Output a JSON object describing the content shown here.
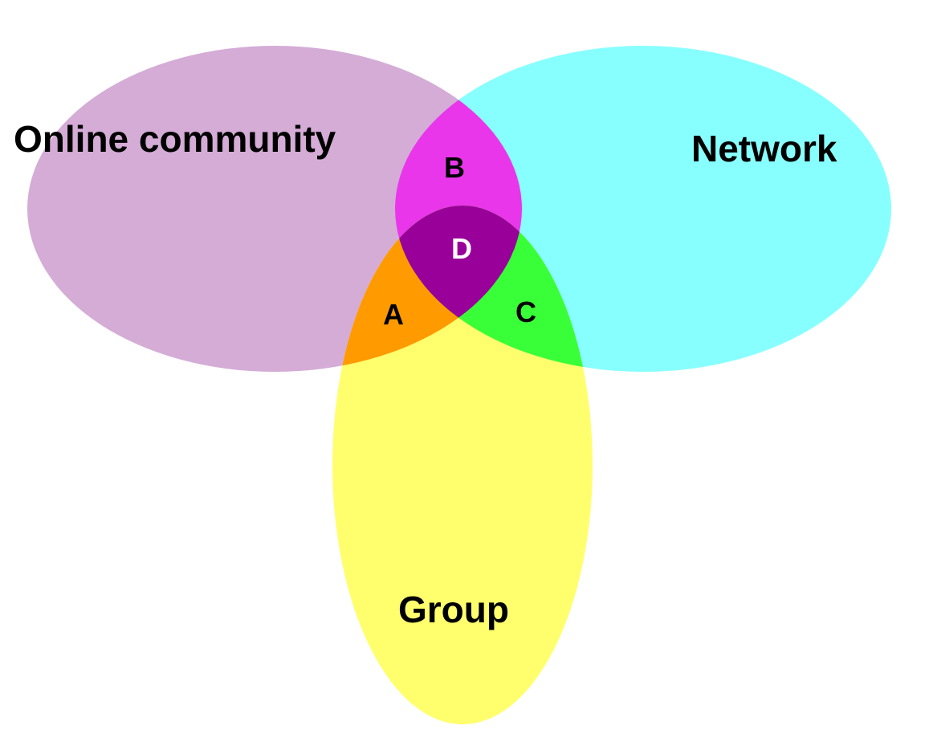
{
  "sets": {
    "online_community": {
      "label": "Online community",
      "color": "#d4acd6"
    },
    "network": {
      "label": "Network",
      "color": "#88ffff"
    },
    "group": {
      "label": "Group",
      "color": "#ffff6e"
    }
  },
  "regions": {
    "a": {
      "label": "A",
      "color": "#ff9a00",
      "text_color": "#000000"
    },
    "b": {
      "label": "B",
      "color": "#ea36ea",
      "text_color": "#000000"
    },
    "c": {
      "label": "C",
      "color": "#38ff38",
      "text_color": "#000000"
    },
    "d": {
      "label": "D",
      "color": "#990099",
      "text_color": "#ffffff"
    }
  }
}
